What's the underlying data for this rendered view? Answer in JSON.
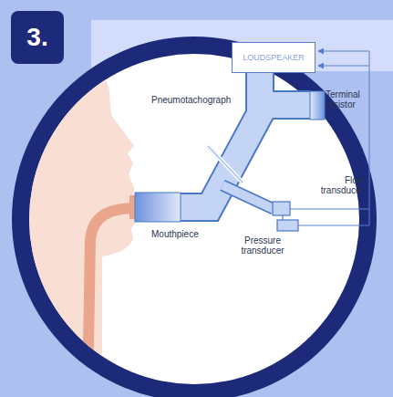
{
  "diagram": {
    "nodes": [
      {
        "text": [
          "3."
        ]
      },
      {
        "text": [
          "LOUDSPEAKER"
        ]
      }
    ],
    "labels": [
      "Pneumotachograph",
      "Terminal resistor",
      "Flow transducer",
      "Mouthpiece",
      "Pressure transducer"
    ]
  }
}
